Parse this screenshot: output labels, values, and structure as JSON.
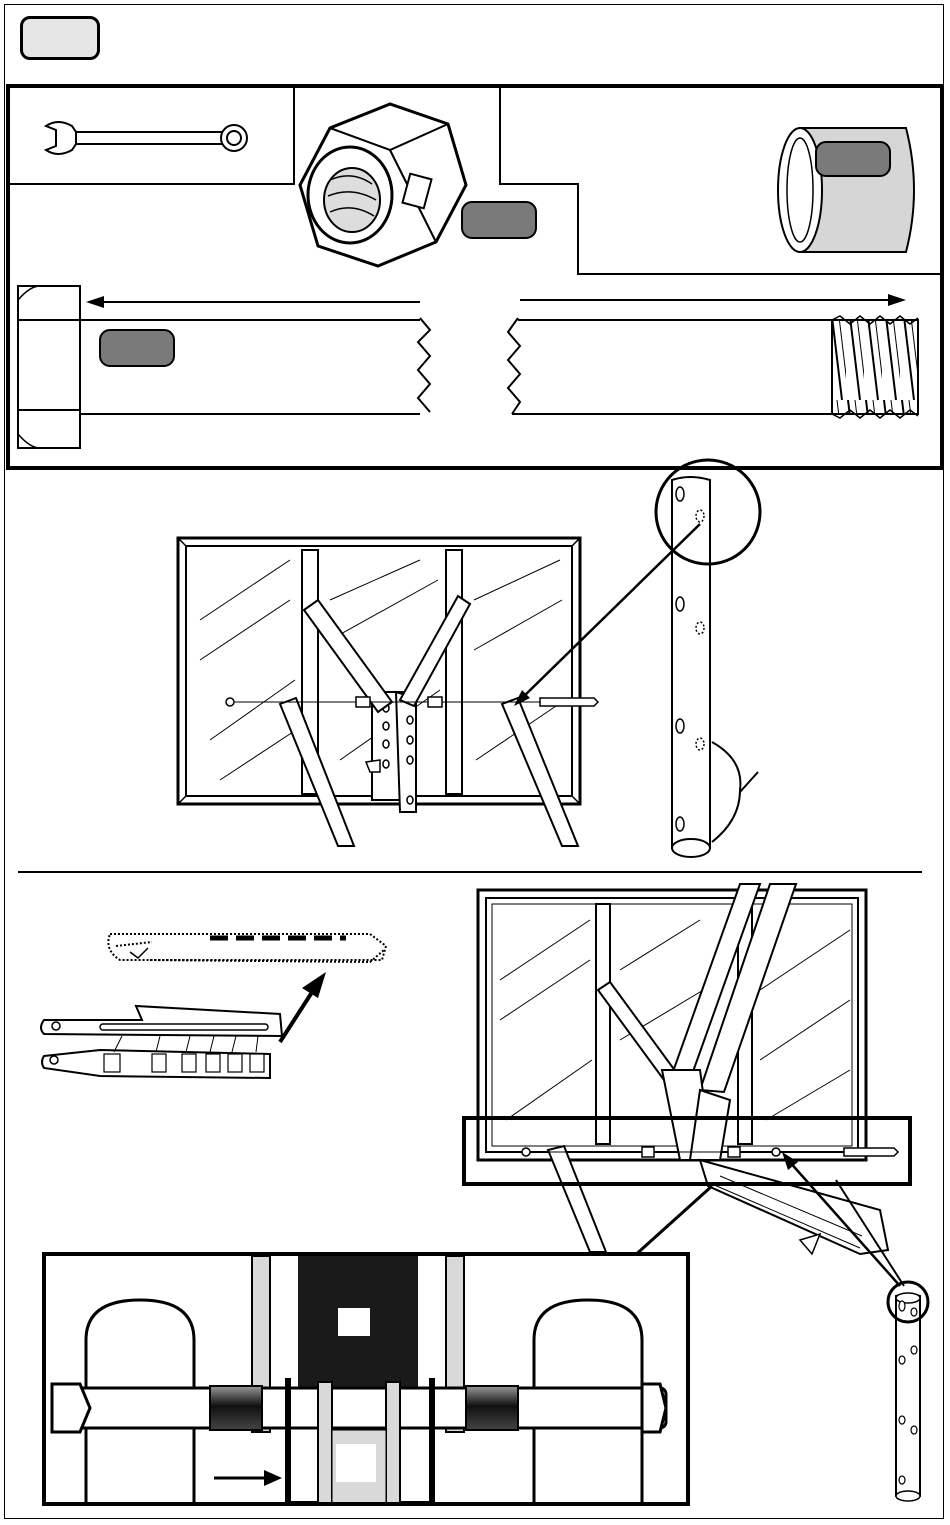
{
  "step": {
    "number": ""
  },
  "hardware_panel": {
    "items": [
      {
        "name": "wrench",
        "icon": "wrench-icon"
      },
      {
        "name": "hex-nut",
        "icon": "hex-nut-icon",
        "label": ""
      },
      {
        "name": "spacer",
        "icon": "spacer-sleeve-icon",
        "label": ""
      },
      {
        "name": "bolt",
        "icon": "hex-bolt-icon",
        "label": ""
      }
    ]
  },
  "colors": {
    "line": "#000000",
    "badge_fill": "#7a7a7a",
    "panel_fill": "#e6e6e6",
    "detail_dark": "#1a1a1a"
  }
}
